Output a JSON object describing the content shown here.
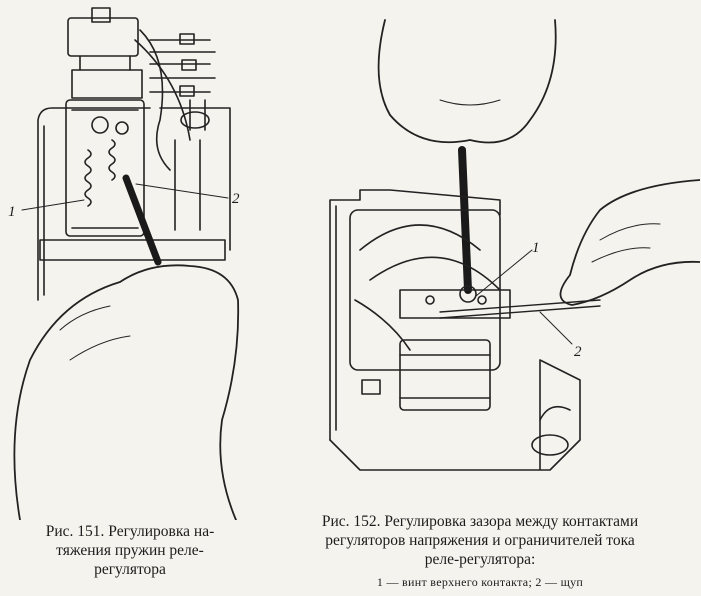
{
  "figure151": {
    "caption_line1": "Рис. 151. Регулировка на-",
    "caption_line2": "тяжения пружин реле-",
    "caption_line3": "регулятора",
    "callouts": [
      "1",
      "2"
    ]
  },
  "figure152": {
    "caption_line1": "Рис. 152. Регулировка зазора   между контактами",
    "caption_line2": "регуляторов напряжения и ограничителей тока",
    "caption_line3": "реле-регулятора:",
    "legend": "1 — винт верхнего контакта; 2 — щуп",
    "callouts": [
      "1",
      "2"
    ]
  }
}
